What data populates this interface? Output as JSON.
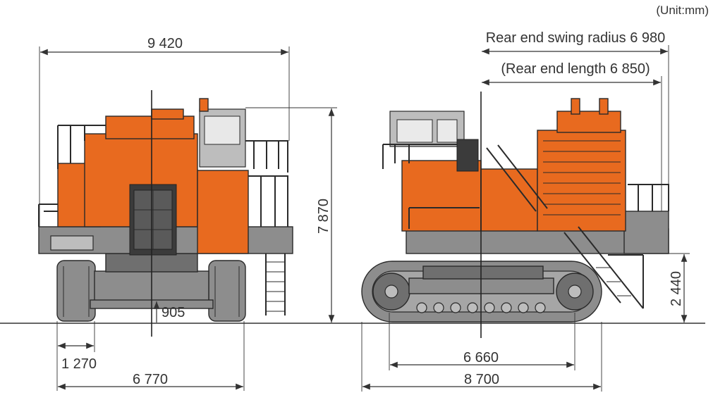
{
  "unit_note": "(Unit:mm)",
  "front_view": {
    "overall_width": "9 420",
    "overall_height": "7 870",
    "ground_clearance": "905",
    "track_shoe_width": "1 270",
    "track_gauge_width": "6 770"
  },
  "side_view": {
    "rear_swing_radius": "Rear end swing radius 6 980",
    "rear_end_length": "(Rear end length 6 850)",
    "counterweight_clearance": "2 440",
    "tumbler_distance": "6 660",
    "track_length": "8 700"
  },
  "colors": {
    "body": "#e86a1f",
    "undercarriage": "#8d8d8d",
    "lines": "#333333"
  }
}
